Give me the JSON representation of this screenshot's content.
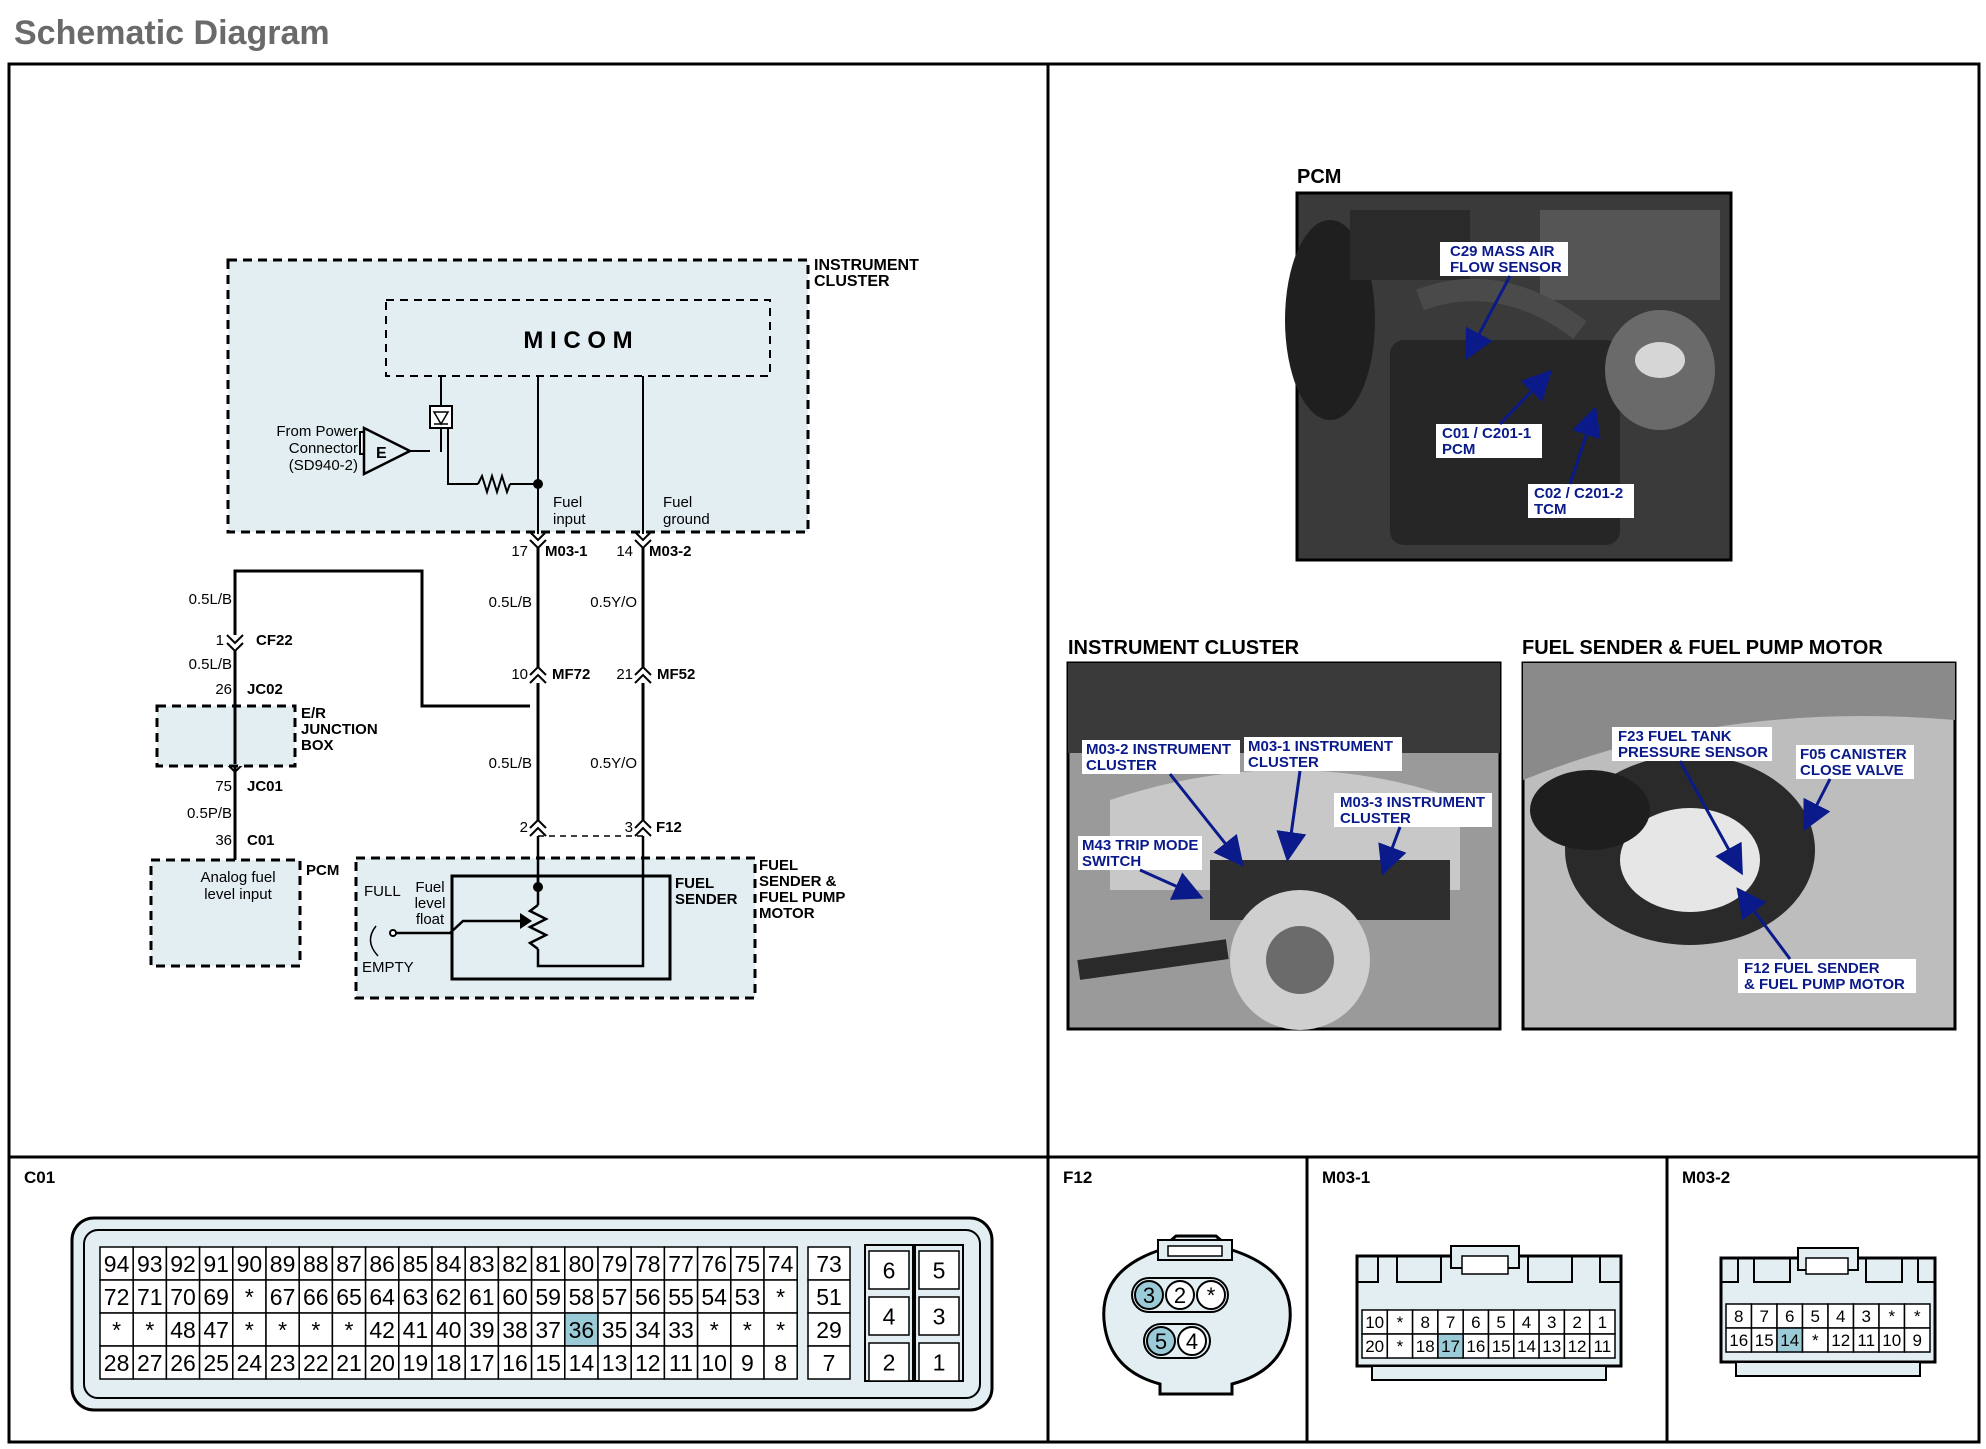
{
  "page_title": "Schematic Diagram",
  "schematic": {
    "instrument_cluster": "INSTRUMENT CLUSTER",
    "instrument_cluster_l1": "INSTRUMENT",
    "instrument_cluster_l2": "CLUSTER",
    "micom": "M  I  C  O  M",
    "from_power_l1": "From Power",
    "from_power_l2": "Connector",
    "from_power_l3": "(SD940-2)",
    "power_symbol": "E",
    "fuel_input_l1": "Fuel",
    "fuel_input_l2": "input",
    "fuel_ground_l1": "Fuel",
    "fuel_ground_l2": "ground",
    "pin_17": "17",
    "m03_1": "M03-1",
    "pin_14": "14",
    "m03_2": "M03-2",
    "wire_05lb_a": "0.5L/B",
    "wire_05lb_b": "0.5L/B",
    "wire_05lb_c": "0.5L/B",
    "wire_05lb_d": "0.5L/B",
    "wire_05yo_a": "0.5Y/O",
    "wire_05yo_b": "0.5Y/O",
    "wire_05pb": "0.5P/B",
    "pin_1": "1",
    "cf22": "CF22",
    "pin_26": "26",
    "jc02": "JC02",
    "er_l1": "E/R",
    "er_l2": "JUNCTION",
    "er_l3": "BOX",
    "pin_75": "75",
    "jc01": "JC01",
    "pin_36": "36",
    "c01": "C01",
    "pcm": "PCM",
    "analog_l1": "Analog fuel",
    "analog_l2": "level input",
    "pin_10": "10",
    "mf72": "MF72",
    "pin_21": "21",
    "mf52": "MF52",
    "pin_2": "2",
    "pin_3": "3",
    "f12": "F12",
    "fuel_sender": "FUEL SENDER",
    "fuel_sender_l1": "FUEL",
    "fuel_sender_l2": "SENDER",
    "fsm_l1": "FUEL",
    "fsm_l2": "SENDER &",
    "fsm_l3": "FUEL PUMP",
    "fsm_l4": "MOTOR",
    "full": "FULL",
    "empty": "EMPTY",
    "float_l1": "Fuel",
    "float_l2": "level",
    "float_l3": "float"
  },
  "photos": {
    "pcm": {
      "title": "PCM",
      "labels": [
        "C29 MASS AIR",
        "FLOW SENSOR",
        "C01 / C201-1",
        "PCM",
        "C02 / C201-2",
        "TCM"
      ]
    },
    "instrument_cluster": {
      "title": "INSTRUMENT CLUSTER",
      "labels": [
        "M03-2 INSTRUMENT",
        "CLUSTER",
        "M03-1 INSTRUMENT",
        "CLUSTER",
        "M03-3 INSTRUMENT",
        "CLUSTER",
        "M43 TRIP MODE",
        "SWITCH"
      ]
    },
    "fuel_sender": {
      "title": "FUEL SENDER & FUEL PUMP MOTOR",
      "labels": [
        "F23 FUEL TANK",
        "PRESSURE SENSOR",
        "F05 CANISTER",
        "CLOSE VALVE",
        "F12 FUEL SENDER",
        "& FUEL PUMP MOTOR"
      ]
    }
  },
  "connectors": {
    "c01": {
      "title": "C01",
      "rows": [
        [
          "94",
          "93",
          "92",
          "91",
          "90",
          "89",
          "88",
          "87",
          "86",
          "85",
          "84",
          "83",
          "82",
          "81",
          "80",
          "79",
          "78",
          "77",
          "76",
          "75",
          "74"
        ],
        [
          "72",
          "71",
          "70",
          "69",
          "*",
          "67",
          "66",
          "65",
          "64",
          "63",
          "62",
          "61",
          "60",
          "59",
          "58",
          "57",
          "56",
          "55",
          "54",
          "53",
          "*"
        ],
        [
          "*",
          "*",
          "48",
          "47",
          "*",
          "*",
          "*",
          "*",
          "42",
          "41",
          "40",
          "39",
          "38",
          "37",
          "36",
          "35",
          "34",
          "33",
          "*",
          "*",
          "*"
        ],
        [
          "28",
          "27",
          "26",
          "25",
          "24",
          "23",
          "22",
          "21",
          "20",
          "19",
          "18",
          "17",
          "16",
          "15",
          "14",
          "13",
          "12",
          "11",
          "10",
          "9",
          "8"
        ]
      ],
      "mid_col": [
        "73",
        "51",
        "29",
        "7"
      ],
      "right_cols": [
        [
          "6",
          "4",
          "2"
        ],
        [
          "5",
          "3",
          "1"
        ]
      ],
      "highlight": "36"
    },
    "f12": {
      "title": "F12",
      "top": [
        "3",
        "2",
        "*"
      ],
      "bottom": [
        "5",
        "4"
      ],
      "highlight": [
        "3",
        "5"
      ]
    },
    "m03_1": {
      "title": "M03-1",
      "rows": [
        [
          "10",
          "*",
          "8",
          "7",
          "6",
          "5",
          "4",
          "3",
          "2",
          "1"
        ],
        [
          "20",
          "*",
          "18",
          "17",
          "16",
          "15",
          "14",
          "13",
          "12",
          "11"
        ]
      ],
      "highlight": "17"
    },
    "m03_2": {
      "title": "M03-2",
      "rows": [
        [
          "8",
          "7",
          "6",
          "5",
          "4",
          "3",
          "*",
          "*"
        ],
        [
          "16",
          "15",
          "14",
          "*",
          "12",
          "11",
          "10",
          "9"
        ]
      ],
      "highlight": "14"
    }
  },
  "colors": {
    "fill": "#e3eef2",
    "highlight": "#9ccbd8",
    "photo_label": "#0a1a8a"
  }
}
